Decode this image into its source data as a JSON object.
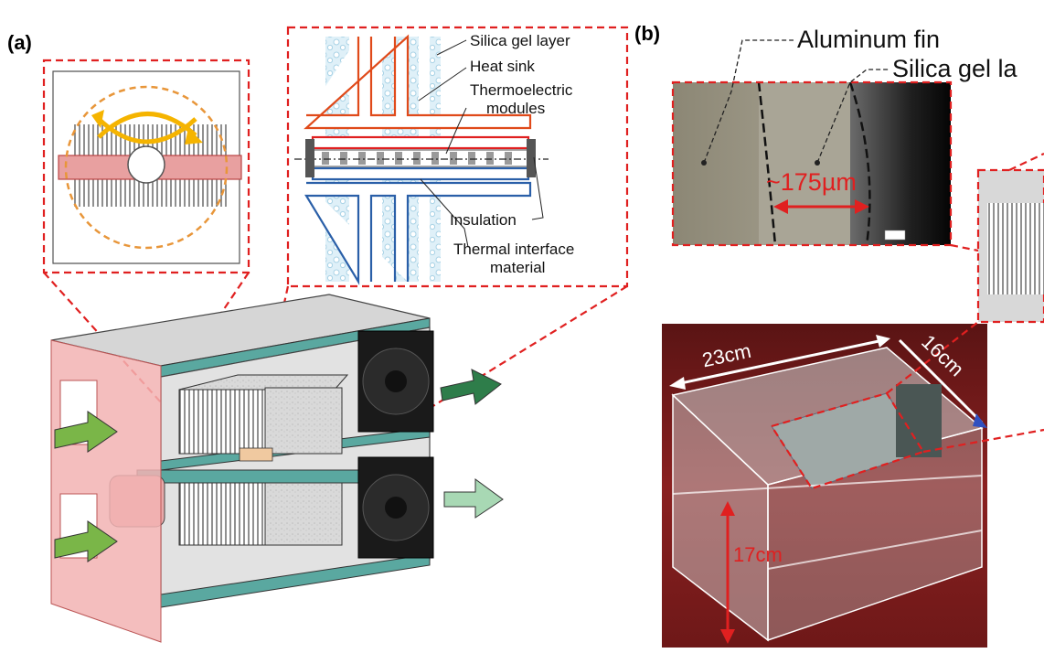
{
  "panels": {
    "a": "(a)",
    "b": "(b)"
  },
  "callouts": {
    "silica_gel_layer": "Silica gel layer",
    "heat_sink": "Heat sink",
    "thermoelectric_line1": "Thermoelectric",
    "thermoelectric_line2": "modules",
    "insulation": "Insulation",
    "tim_line1": "Thermal interface",
    "tim_line2": "material"
  },
  "micrograph": {
    "aluminum_fin": "Aluminum fin",
    "silica_gel_layer": "Silica gel la",
    "thickness": "~175µm"
  },
  "dimensions": {
    "length": "23cm",
    "width": "16cm",
    "height": "17cm"
  },
  "colors": {
    "callout_box": "#e02020",
    "hot_side": "#e04a1a",
    "cold_side": "#2a5fa8",
    "airflow_in": "#7ab648",
    "airflow_out_hot": "#2e7d4a",
    "airflow_out_cool": "#a8d8b4",
    "rotation_arrow": "#f5b400",
    "orbit_circle": "#e8963a",
    "insulation_green": "#6fb3a8"
  }
}
